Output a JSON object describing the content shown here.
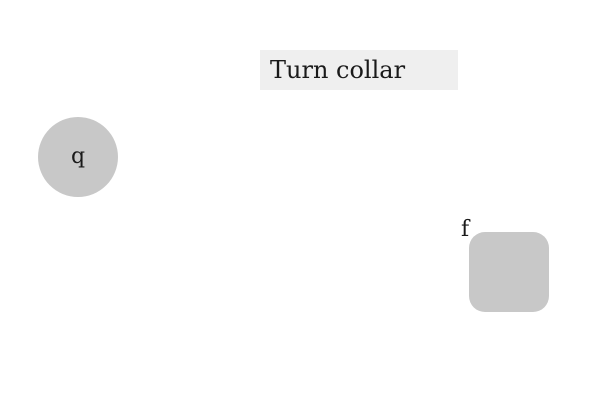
{
  "instruction": {
    "text": "Turn collar"
  },
  "controls": {
    "circle_label": "q",
    "square_label": "f"
  },
  "colors": {
    "control_fill": "#c8c8c8",
    "instruction_background": "#efefef",
    "page_background": "#ffffff"
  }
}
